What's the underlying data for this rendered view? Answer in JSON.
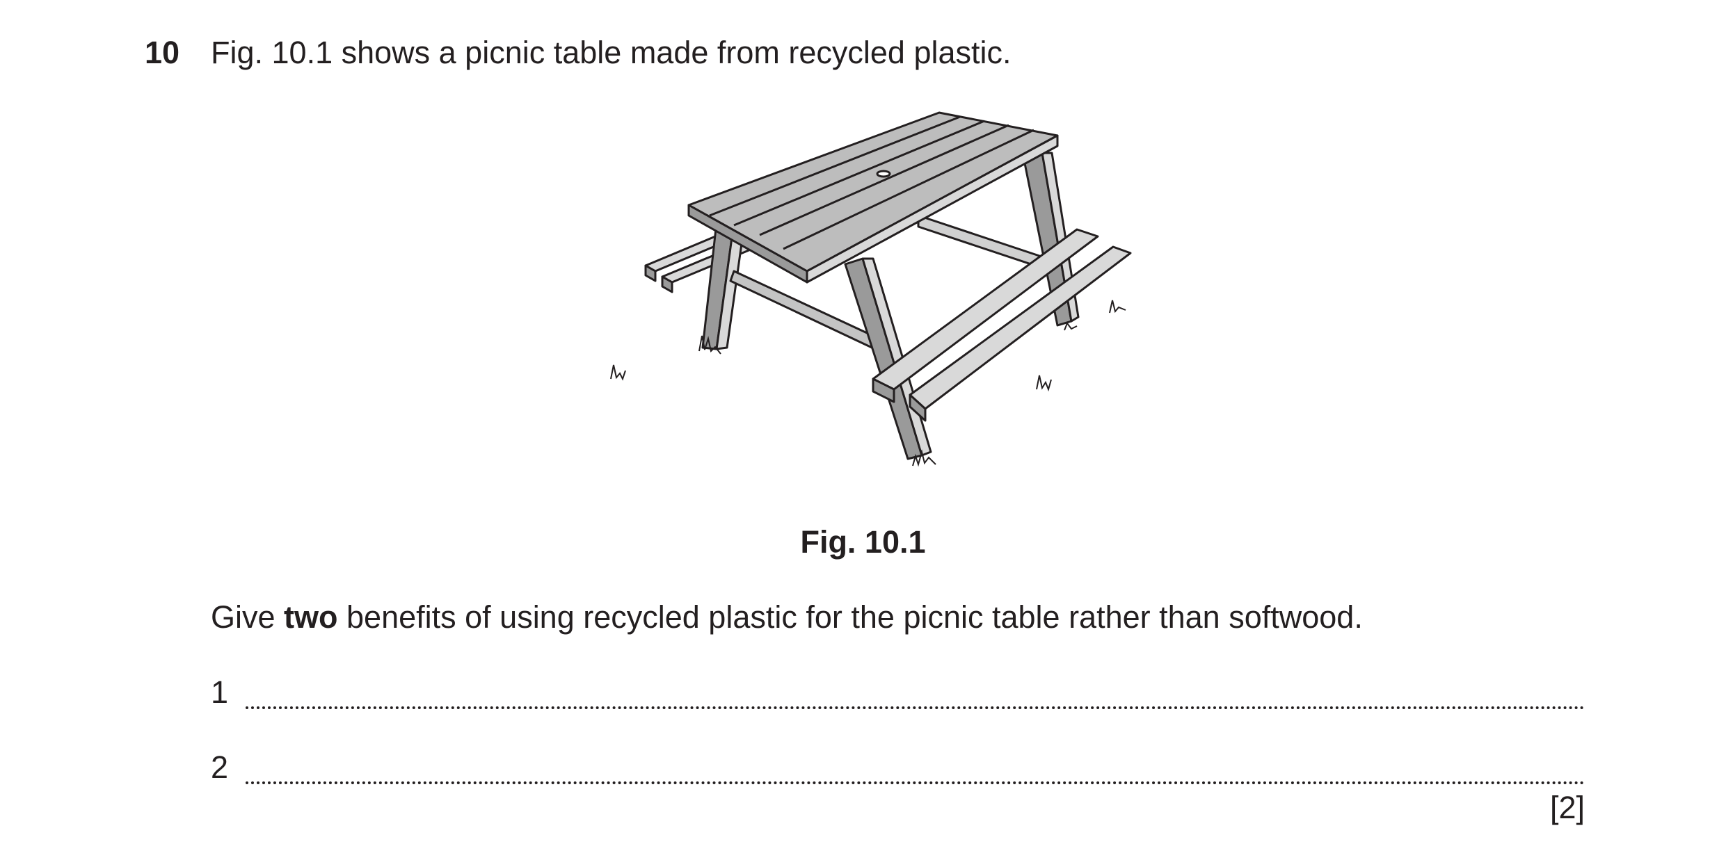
{
  "question": {
    "number": "10",
    "intro": "Fig. 10.1 shows a picnic table made from recycled plastic.",
    "figure_caption": "Fig. 10.1",
    "prompt_before": "Give ",
    "prompt_bold": "two",
    "prompt_after": " benefits of using recycled plastic for the picnic table rather than softwood.",
    "answer_lines": [
      {
        "label": "1",
        "value": ""
      },
      {
        "label": "2",
        "value": ""
      }
    ],
    "marks": "[2]"
  },
  "colors": {
    "ink": "#231f20",
    "plank_fill": "#bdbdbd",
    "plank_light": "#d9d9d9",
    "plank_dark": "#9a9a9a"
  }
}
